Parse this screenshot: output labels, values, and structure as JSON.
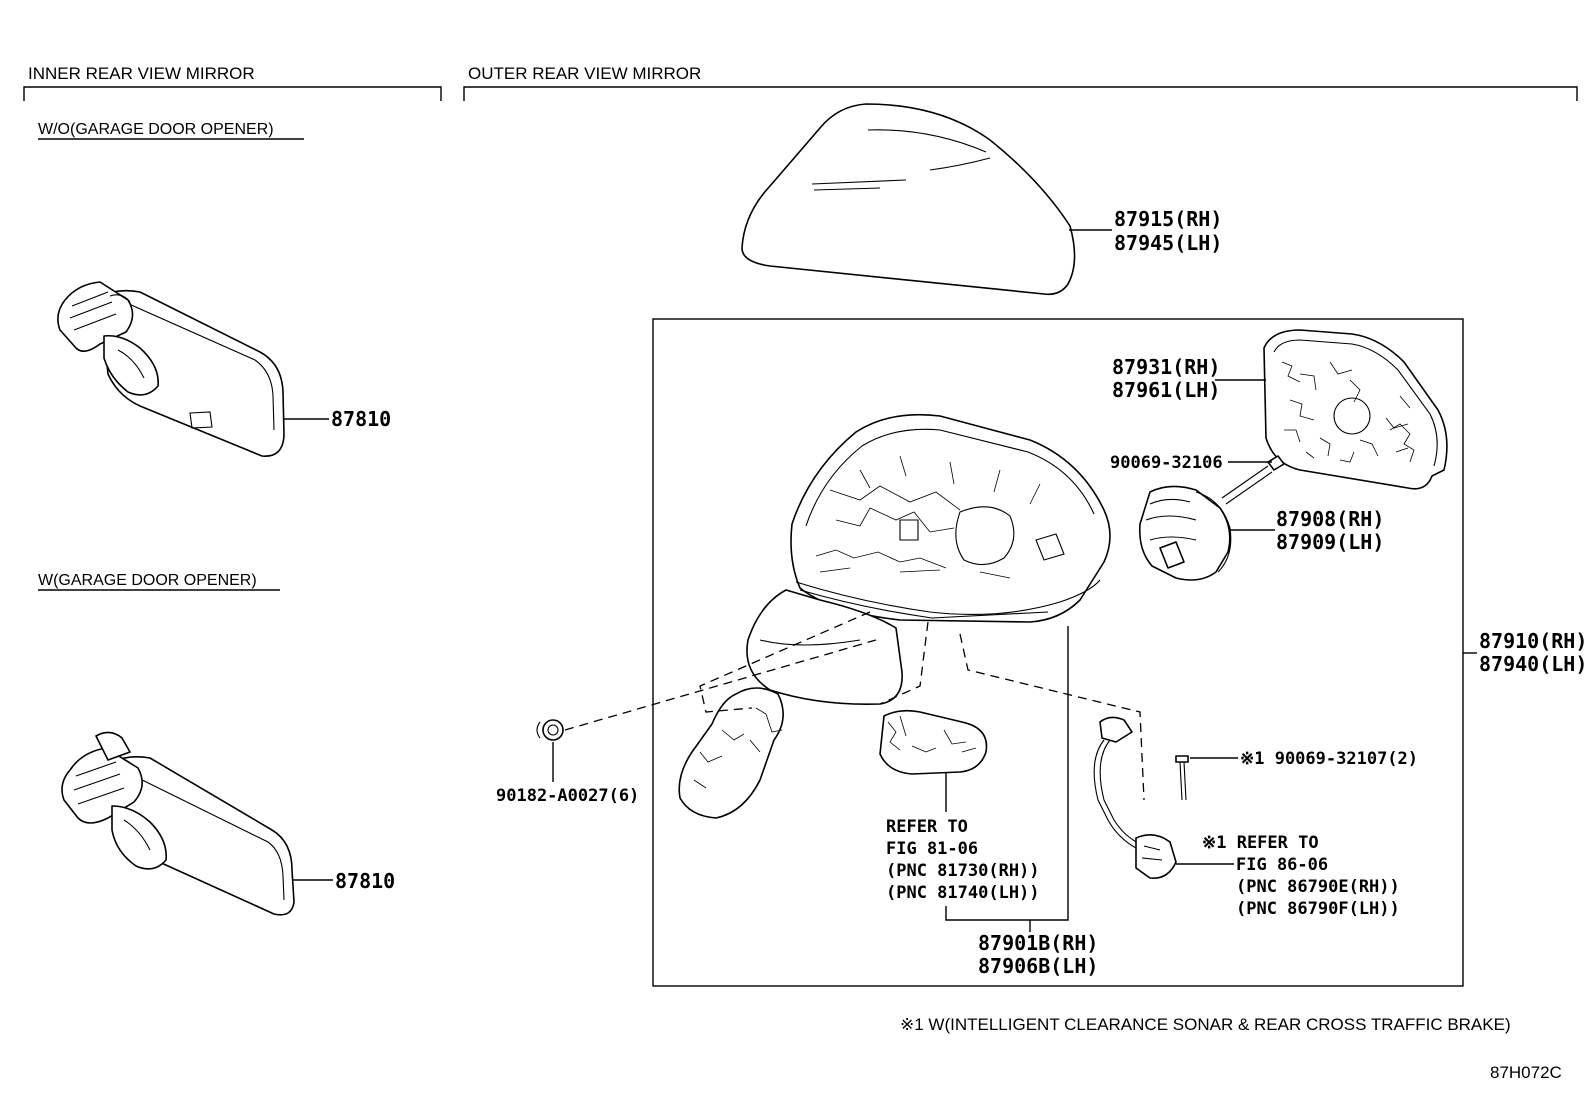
{
  "sections": {
    "inner_title": "INNER REAR VIEW MIRROR",
    "outer_title": "OUTER REAR VIEW MIRROR",
    "without_opener": "W/O(GARAGE DOOR OPENER)",
    "with_opener": "W(GARAGE DOOR OPENER)"
  },
  "parts": {
    "inner_mirror_a": "87810",
    "inner_mirror_b": "87810",
    "cover_rh": "87915(RH)",
    "cover_lh": "87945(LH)",
    "mirror_rh": "87931(RH)",
    "mirror_lh": "87961(LH)",
    "screw_1": "90069-32106",
    "actuator_rh": "87908(RH)",
    "actuator_lh": "87909(LH)",
    "assy_rh": "87910(RH)",
    "assy_lh": "87940(LH)",
    "clip": "90182-A0027(6)",
    "screw_2": "※1 90069-32107(2)",
    "body_rh": "87901B(RH)",
    "body_lh": "87906B(LH)"
  },
  "refs": {
    "lamp": [
      "REFER TO",
      "FIG 81-06",
      "(PNC 81730(RH))",
      "(PNC 81740(LH))"
    ],
    "sonar": [
      "※1 REFER TO",
      "FIG 86-06",
      "(PNC 86790E(RH))",
      "(PNC 86790F(LH))"
    ]
  },
  "footnote": "※1 W(INTELLIGENT CLEARANCE SONAR & REAR CROSS TRAFFIC BRAKE)",
  "diagram_code": "87H072C"
}
